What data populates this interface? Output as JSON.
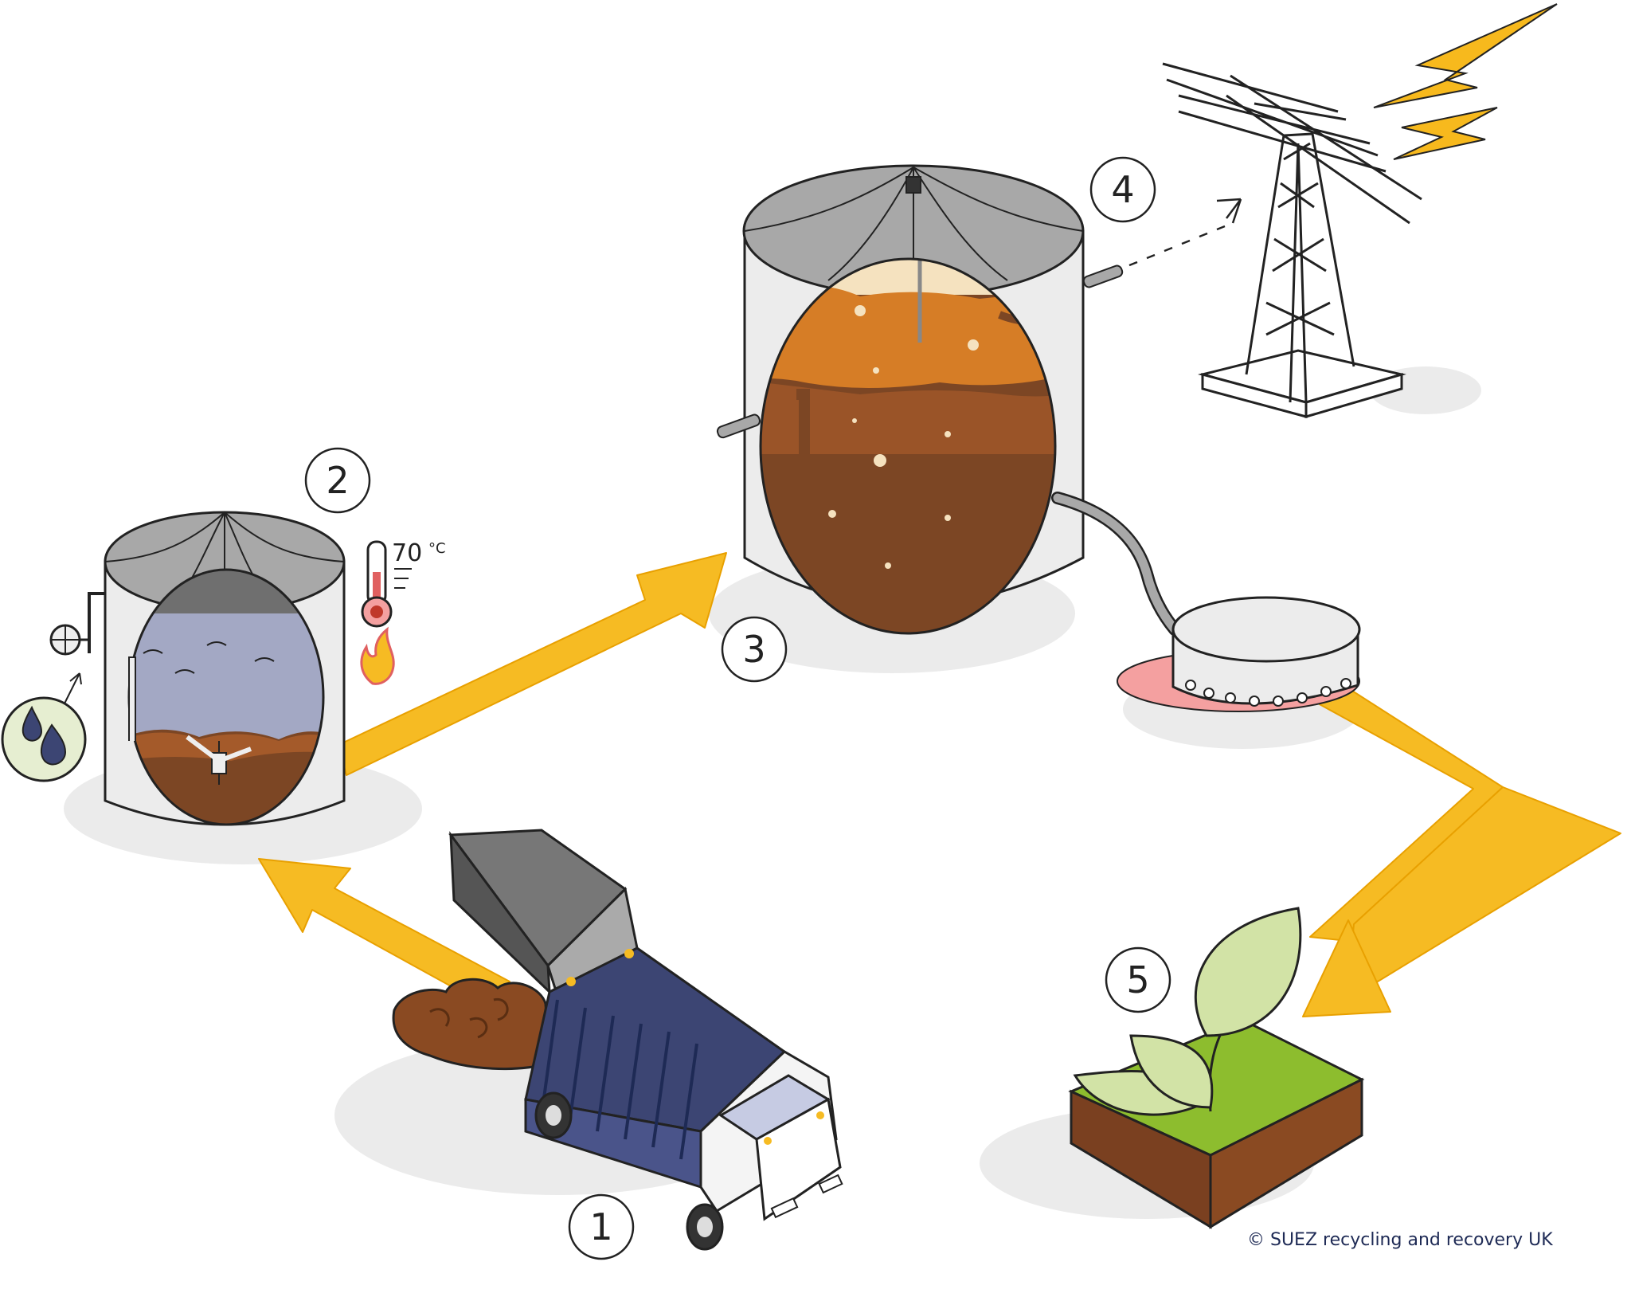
{
  "steps": [
    {
      "number": "1",
      "icon": "garbage-truck-icon"
    },
    {
      "number": "2",
      "icon": "pasteuriser-tank-icon"
    },
    {
      "number": "3",
      "icon": "digester-tank-icon"
    },
    {
      "number": "4",
      "icon": "power-pylon-icon"
    },
    {
      "number": "5",
      "icon": "soil-plant-icon"
    }
  ],
  "temperature": {
    "value": "70",
    "unit": "°C"
  },
  "copyright": "© SUEZ recycling and recovery UK",
  "colors": {
    "arrow": "#f6bb23",
    "arrow_outline": "#e8a000",
    "tank_shell": "#ececec",
    "roof": "#a8a8a8",
    "digestate_light": "#d67d26",
    "digestate_dark": "#7c4624",
    "water": "#a3a8c4",
    "truck_body": "#3c4573",
    "grass": "#8dbd2e",
    "soil": "#7a4020",
    "leaf": "#d2e3a6",
    "lightning": "#f7b91d",
    "text_brand": "#1e2a55"
  }
}
